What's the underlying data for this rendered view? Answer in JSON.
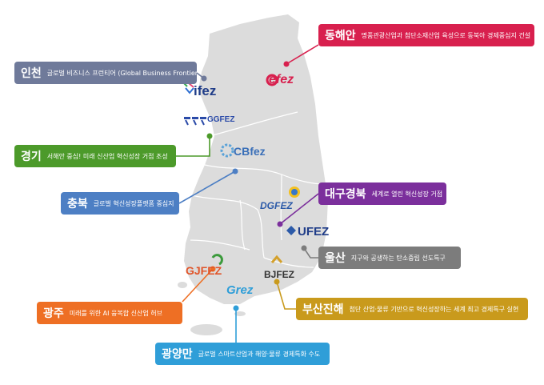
{
  "zones": {
    "incheon": {
      "name": "인천",
      "desc": "글로벌 비즈니스 프런티어 (Global Business Frontier)",
      "color": "#6f7a9a"
    },
    "gyeonggi": {
      "name": "경기",
      "desc": "서해안 중심! 미래 신산업 혁신성장 거점 조성",
      "color": "#4c9a2a"
    },
    "chungbuk": {
      "name": "충북",
      "desc": "글로벌 혁신성장플랫폼 중심지",
      "color": "#4d7fc4"
    },
    "gwangju": {
      "name": "광주",
      "desc": "미래를 위한 AI 융복합 신산업 허브",
      "color": "#ee6f24"
    },
    "gwangyang": {
      "name": "광양만",
      "desc": "글로벌 스마트산업과 해양·물류 경제특화 수도",
      "color": "#2f9ed8"
    },
    "donghae": {
      "name": "동해안",
      "desc": "명품관광산업과 첨단소재산업 육성으로 동북아 경제중심지 건설",
      "color": "#d8204e"
    },
    "daegu": {
      "name": "대구경북",
      "desc": "세계로 열린 혁신성장 거점",
      "color": "#7b2f9c"
    },
    "ulsan": {
      "name": "울산",
      "desc": "지구와 공생하는 탄소중립 선도특구",
      "color": "#7c7c7c"
    },
    "busan": {
      "name": "부산진해",
      "desc": "첨단 산업·물류 기반으로 혁신성장하는 세계 최고 경제특구 실현",
      "color": "#c99a1c"
    }
  },
  "logos": {
    "ifez": "ifez",
    "ggfez": "GGFEZ",
    "cbfez": "CBfez",
    "efez": "efez",
    "dgfez": "DGFEZ",
    "ufez": "UFEZ",
    "gjfez": "GJFEZ",
    "bjfez": "BJFEZ",
    "grez": "Grez"
  }
}
